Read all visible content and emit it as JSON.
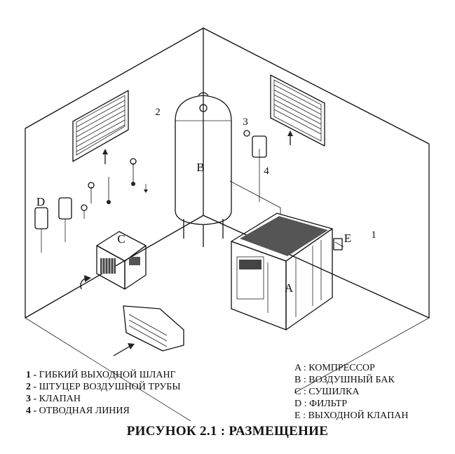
{
  "diagram": {
    "labels": {
      "A": "A",
      "B": "B",
      "C": "C",
      "D": "D",
      "E": "E",
      "n1": "1",
      "n2": "2",
      "n3": "3",
      "n4": "4"
    }
  },
  "legend_numbers": [
    {
      "key": "1",
      "sep": " - ",
      "text": "ГИБКИЙ ВЫХОДНОЙ ШЛАНГ"
    },
    {
      "key": "2",
      "sep": " - ",
      "text": "ШТУЦЕР ВОЗДУШНОЙ ТРУБЫ"
    },
    {
      "key": "3",
      "sep": " - ",
      "text": "КЛАПАН"
    },
    {
      "key": "4",
      "sep": " - ",
      "text": "ОТВОДНАЯ ЛИНИЯ"
    }
  ],
  "legend_letters": [
    {
      "key": "A",
      "sep": " : ",
      "text": "КОМПРЕССОР"
    },
    {
      "key": "B",
      "sep": " : ",
      "text": "ВОЗДУШНЫЙ БАК"
    },
    {
      "key": "C",
      "sep": " : ",
      "text": "СУШИЛКА"
    },
    {
      "key": "D",
      "sep": " : ",
      "text": "ФИЛЬТР"
    },
    {
      "key": "E",
      "sep": " : ",
      "text": "ВЫХОДНОЙ КЛАПАН"
    }
  ],
  "caption": "РИСУНОК  2.1 : РАЗМЕЩЕНИЕ"
}
